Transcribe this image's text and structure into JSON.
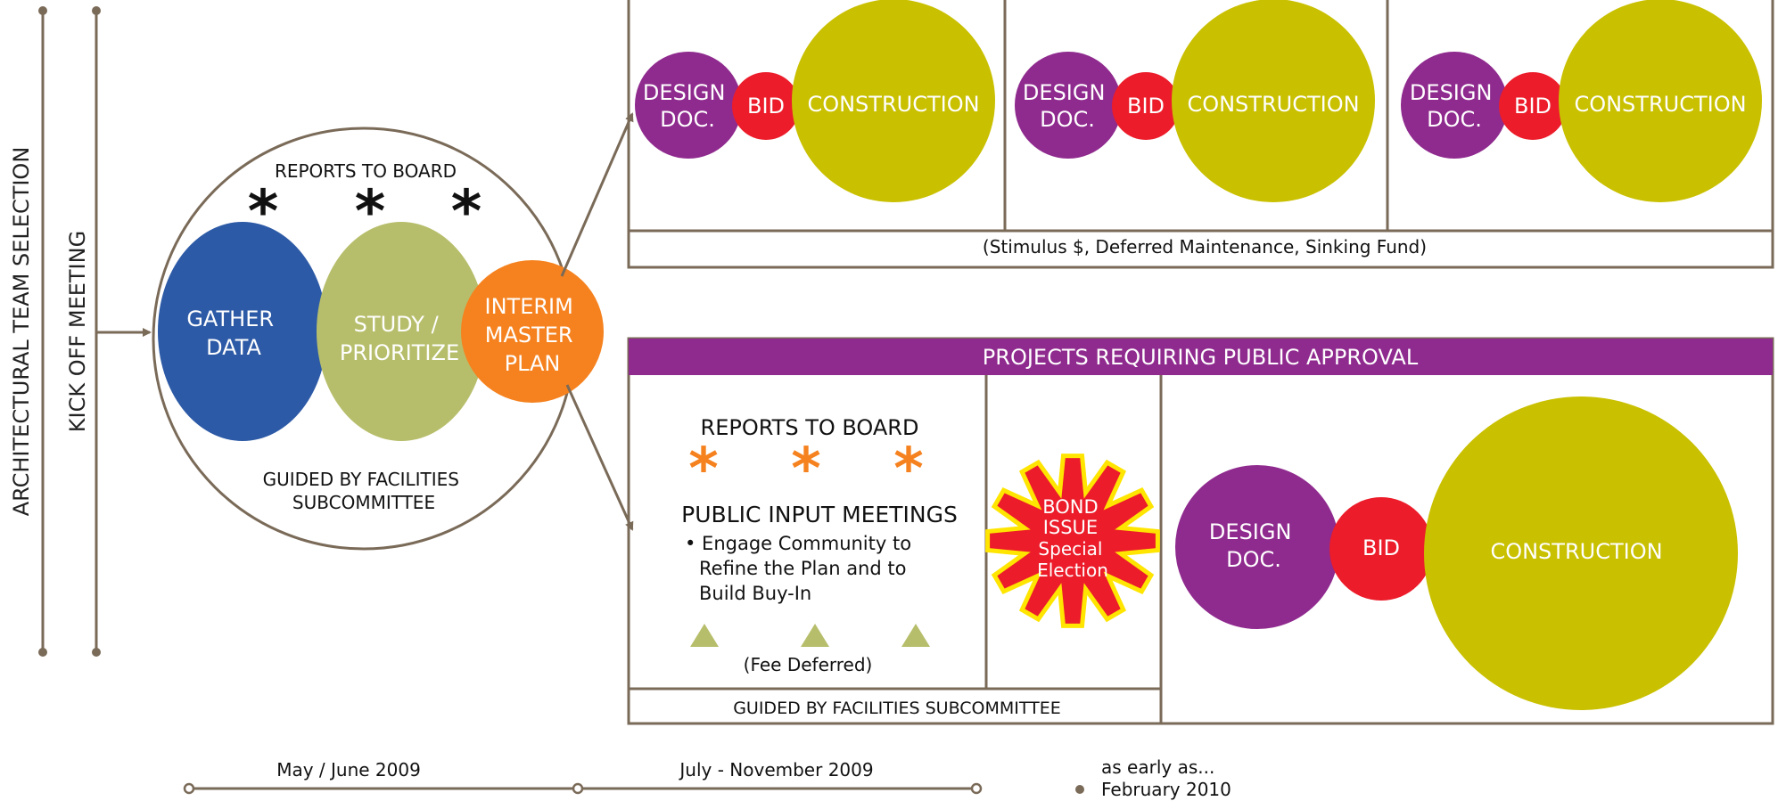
{
  "colors": {
    "line": "#7a6a58",
    "purple": "#8f2a8e",
    "red": "#ec1c2a",
    "olive": "#c9c000",
    "blue": "#2d5aa6",
    "green": "#b7be6b",
    "orange": "#f5821f",
    "bond_border": "#ffe500"
  },
  "left_labels": {
    "team_selection": "ARCHITECTURAL TEAM SELECTION",
    "kick_off": "KICK OFF MEETING"
  },
  "planning": {
    "reports_to_board": "REPORTS TO BOARD",
    "asterisk": "*",
    "gather_data": [
      "GATHER",
      "DATA"
    ],
    "study_prioritize": [
      "STUDY /",
      "PRIORITIZE"
    ],
    "interim_master_plan": [
      "INTERIM",
      "MASTER",
      "PLAN"
    ],
    "guided_by": [
      "GUIDED BY FACILITIES",
      "SUBCOMMITTEE"
    ]
  },
  "immediate_projects": {
    "cycles": [
      {
        "design": [
          "DESIGN",
          "DOC."
        ],
        "bid": "BID",
        "construction": "CONSTRUCTION"
      },
      {
        "design": [
          "DESIGN",
          "DOC."
        ],
        "bid": "BID",
        "construction": "CONSTRUCTION"
      },
      {
        "design": [
          "DESIGN",
          "DOC."
        ],
        "bid": "BID",
        "construction": "CONSTRUCTION"
      }
    ],
    "funding_note": "(Stimulus $, Deferred Maintenance, Sinking Fund)"
  },
  "public_approval": {
    "header": "PROJECTS REQUIRING PUBLIC APPROVAL",
    "reports_to_board": "REPORTS TO BOARD",
    "asterisk": "*",
    "public_input_title": "PUBLIC INPUT MEETINGS",
    "bullet_lines": [
      "• Engage Community to",
      "Refine the Plan and to",
      "Build Buy-In"
    ],
    "fee_deferred": "(Fee Deferred)",
    "guided_by": "GUIDED BY FACILITIES SUBCOMMITTEE",
    "bond_issue": [
      "BOND",
      "ISSUE",
      "Special",
      "Election"
    ],
    "design": [
      "DESIGN",
      "DOC."
    ],
    "bid": "BID",
    "construction": "CONSTRUCTION"
  },
  "timeline": {
    "period1": "May / June 2009",
    "period2": "July - November 2009",
    "early_label": "as early as...",
    "early_date": "February 2010"
  }
}
